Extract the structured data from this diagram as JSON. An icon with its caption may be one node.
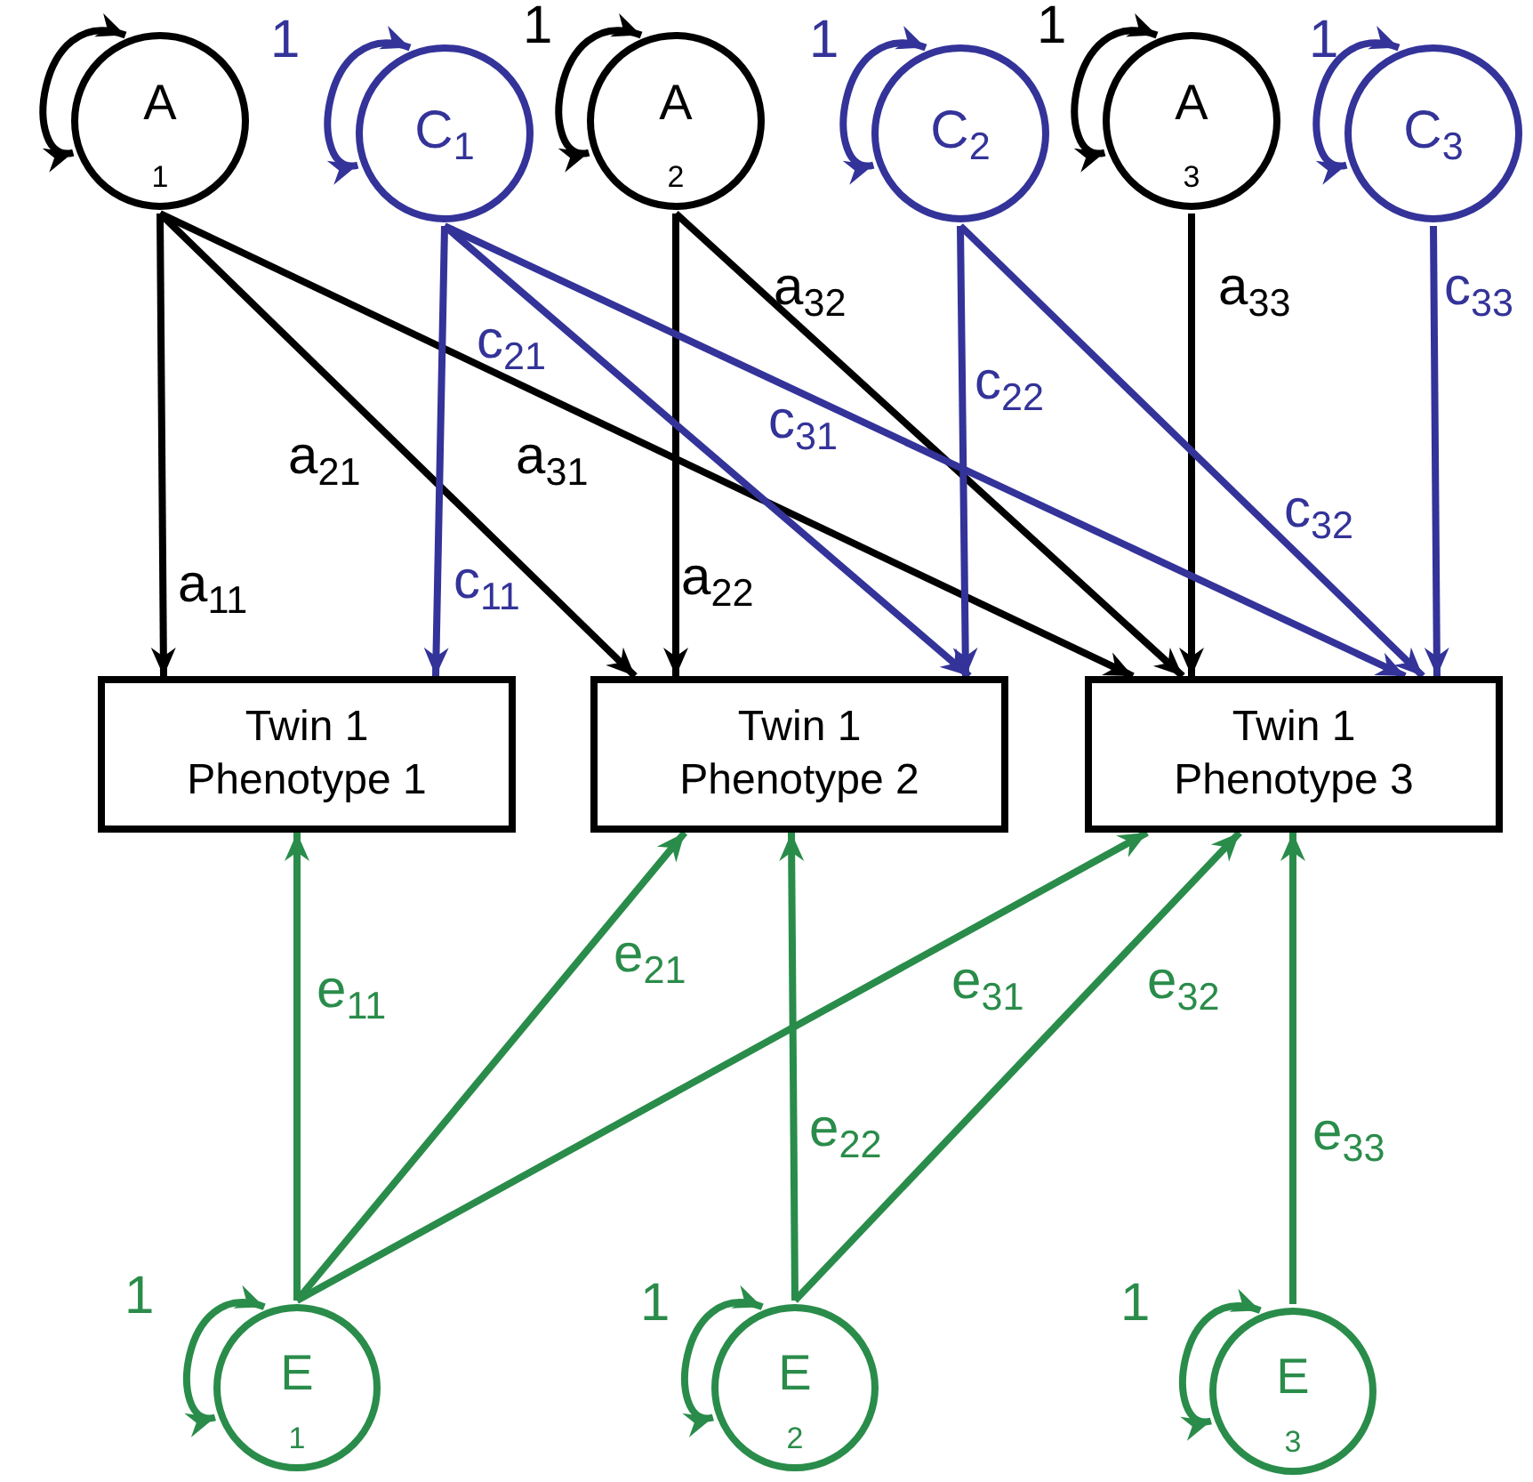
{
  "diagram": {
    "nodes": [
      {
        "text": [
          "A",
          "1"
        ]
      },
      {
        "text": [
          "C$_{1}$"
        ]
      },
      {
        "text": [
          "A",
          "2"
        ]
      },
      {
        "text": [
          "C$_{2}$"
        ]
      },
      {
        "text": [
          "A",
          "3"
        ]
      },
      {
        "text": [
          "C$_{3}$"
        ]
      },
      {
        "text": [
          "Twin 1 Phenotype 1"
        ]
      },
      {
        "text": [
          "Twin 1 Phenotype 2"
        ]
      },
      {
        "text": [
          "Twin 1 Phenotype 3"
        ]
      },
      {
        "text": [
          "E",
          "1"
        ]
      },
      {
        "text": [
          "E",
          "2"
        ]
      },
      {
        "text": [
          "E",
          "3"
        ]
      }
    ],
    "edges": [
      {
        "from": 0,
        "to": 0,
        "arrow": "both"
      },
      {
        "from": 1,
        "to": 1,
        "arrow": "both",
        "label": "1",
        "color": "#333399"
      },
      {
        "from": 2,
        "to": 2,
        "arrow": "both",
        "label": "1"
      },
      {
        "from": 3,
        "to": 3,
        "arrow": "both",
        "label": "1",
        "color": "#333399"
      },
      {
        "from": 4,
        "to": 4,
        "arrow": "both",
        "label": "1"
      },
      {
        "from": 5,
        "to": 5,
        "arrow": "both",
        "label": "1",
        "color": "#333399"
      },
      {
        "from": 9,
        "to": 9,
        "arrow": "both",
        "label": "1",
        "color": "#2a8c4a"
      },
      {
        "from": 10,
        "to": 10,
        "arrow": "both",
        "label": "1",
        "color": "#2a8c4a"
      },
      {
        "from": 11,
        "to": 11,
        "arrow": "both",
        "label": "1",
        "color": "#2a8c4a"
      },
      {
        "from": 0,
        "to": 6,
        "arrow": "to",
        "label": "a$_{11}$"
      },
      {
        "from": 0,
        "to": 7,
        "arrow": "to",
        "label": "a$_{21}$"
      },
      {
        "from": 0,
        "to": 8,
        "arrow": "to",
        "label": "a$_{31}$"
      },
      {
        "from": 2,
        "to": 7,
        "arrow": "to",
        "label": "a$_{22}$"
      },
      {
        "from": 2,
        "to": 8,
        "arrow": "to",
        "label": "a$_{32}$"
      },
      {
        "from": 4,
        "to": 8,
        "arrow": "to",
        "label": "a$_{33}$"
      },
      {
        "from": 1,
        "to": 6,
        "arrow": "to",
        "label": "c$_{11}$",
        "color": "#333399"
      },
      {
        "from": 1,
        "to": 7,
        "arrow": "to",
        "label": "c$_{21}$",
        "color": "#333399"
      },
      {
        "from": 1,
        "to": 8,
        "arrow": "to",
        "label": "c$_{31}$",
        "color": "#333399"
      },
      {
        "from": 3,
        "to": 7,
        "arrow": "to",
        "label": "c$_{22}$",
        "color": "#333399"
      },
      {
        "from": 3,
        "to": 8,
        "arrow": "to",
        "label": "c$_{32}$",
        "color": "#333399"
      },
      {
        "from": 5,
        "to": 8,
        "arrow": "to",
        "label": "c$_{33}$",
        "color": "#333399"
      },
      {
        "from": 9,
        "to": 6,
        "arrow": "to",
        "label": "e$_{11}$",
        "color": "#2a8c4a"
      },
      {
        "from": 9,
        "to": 7,
        "arrow": "to",
        "label": "e$_{21}$",
        "color": "#2a8c4a"
      },
      {
        "from": 9,
        "to": 8,
        "arrow": "to",
        "label": "e$_{31}$",
        "color": "#2a8c4a"
      },
      {
        "from": 10,
        "to": 7,
        "arrow": "to",
        "label": "e$_{22}$",
        "color": "#2a8c4a"
      },
      {
        "from": 10,
        "to": 8,
        "arrow": "to",
        "label": "e$_{32}$",
        "color": "#2a8c4a"
      },
      {
        "from": 11,
        "to": 8,
        "arrow": "to",
        "label": "e$_{33}$",
        "color": "#2a8c4a"
      }
    ]
  }
}
